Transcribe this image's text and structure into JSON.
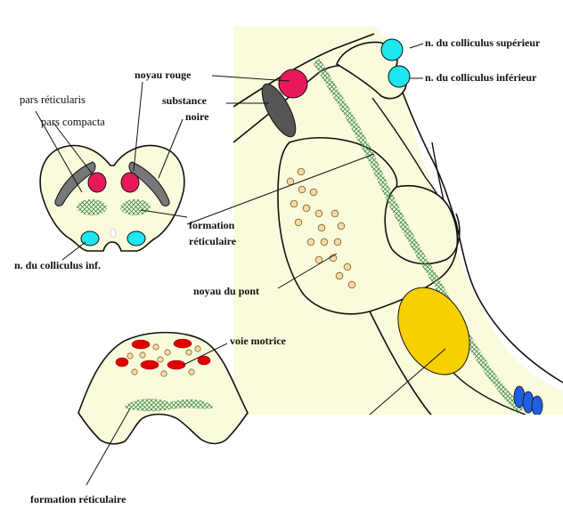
{
  "labels": {
    "colliculus_sup": "n. du colliculus supérieur",
    "colliculus_inf": "n. du colliculus inférieur",
    "noyau_rouge": "noyau rouge",
    "substance": "substance",
    "noire": "noire",
    "pars_reticularis": "pars réticularis",
    "pars_compacta": "pars compacta",
    "formation_1": "formation",
    "reticulaire_1": "réticulaire",
    "colliculus_inf_short": "n. du colliculus inf.",
    "noyau_pont": "noyau du pont",
    "voie_motrice": "voie motrice",
    "formation_reticulaire_bottom": "formation réticulaire"
  },
  "colors": {
    "tissue": "#fafadc",
    "outline": "#111111",
    "red_nucleus": "#e8195a",
    "colliculus": "#1ee6f0",
    "substantia": "#555555",
    "reticular": "#3a8a4a",
    "pontine": "#f5d9a8",
    "motor_tract": "#e00000",
    "yellow": "#f7d000",
    "blue": "#2060e0"
  }
}
